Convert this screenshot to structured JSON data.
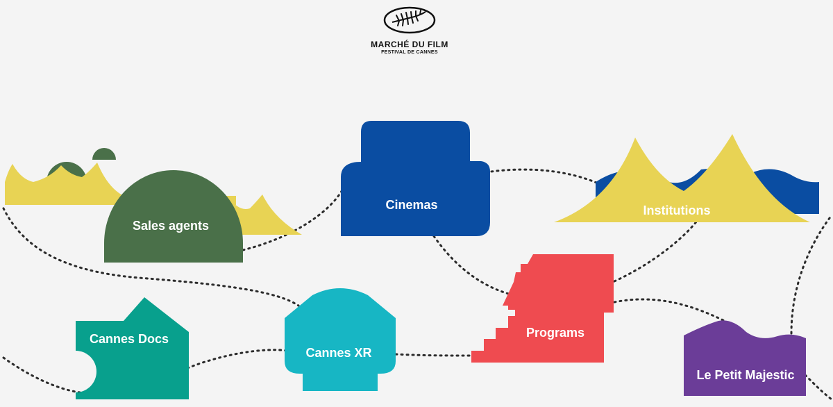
{
  "brand": {
    "logo_icon": "palm-leaf-emblem-icon",
    "title": "MARCHÉ DU FILM",
    "subtitle": "FESTIVAL DE CANNES"
  },
  "map": {
    "items": [
      {
        "id": "sales-agents",
        "label": "Sales agents",
        "color": "#4a7049"
      },
      {
        "id": "cinemas",
        "label": "Cinemas",
        "color": "#0a4da2"
      },
      {
        "id": "institutions",
        "label": "Institutions",
        "color": "#e8d354"
      },
      {
        "id": "cannes-docs",
        "label": "Cannes Docs",
        "color": "#08a08d"
      },
      {
        "id": "cannes-xr",
        "label": "Cannes XR",
        "color": "#17b6c4"
      },
      {
        "id": "programs",
        "label": "Programs",
        "color": "#ef4b50"
      },
      {
        "id": "le-petit-majestic",
        "label": "Le Petit Majestic",
        "color": "#6b3d98"
      }
    ]
  },
  "colors": {
    "background": "#f4f4f4",
    "path": "#2b2b2b",
    "yellow": "#e8d354",
    "green": "#4a7049",
    "blue": "#0a4da2"
  }
}
